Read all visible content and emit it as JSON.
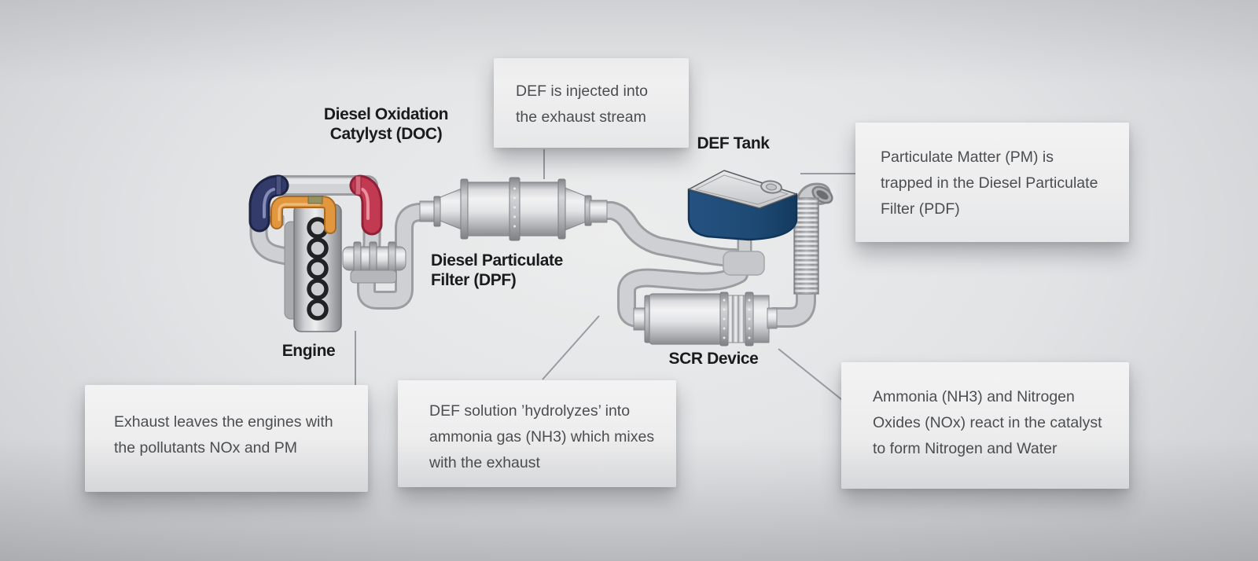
{
  "labels": {
    "doc": {
      "line1": "Diesel Oxidation",
      "line2": "Catylyst (DOC)"
    },
    "dpf": {
      "line1": "Diesel Particulate",
      "line2": "Filter (DPF)"
    },
    "def_tank": {
      "text": "DEF Tank"
    },
    "engine": {
      "text": "Engine"
    },
    "scr": {
      "text": "SCR Device"
    }
  },
  "callouts": {
    "def_injected": {
      "lines": [
        "DEF is injected into",
        "the exhaust stream"
      ]
    },
    "pm_trapped": {
      "lines": [
        "Particulate Matter (PM) is",
        "trapped in the Diesel Particulate",
        "Filter (PDF)"
      ]
    },
    "exhaust_leaves": {
      "lines": [
        "Exhaust leaves the engines with",
        "the pollutants NOx and PM"
      ]
    },
    "def_hydrolyzes": {
      "lines": [
        "DEF solution ’hydrolyzes’ into",
        "ammonia gas (NH3) which mixes",
        "with the exhaust"
      ]
    },
    "ammonia_reacts": {
      "lines": [
        "Ammonia (NH3) and Nitrogen",
        "Oxides (NOx) react in the catalyst",
        "to form Nitrogen and Water"
      ]
    }
  },
  "colors": {
    "def_tank_blue": "#1d4a74",
    "intake_elbow_blue": "#333b6b",
    "exhaust_elbow_red": "#c23a52",
    "engine_elbow_orange": "#e2973f",
    "pipe_gray": "#cfd0d3",
    "callout_background": "#f0f0f1",
    "label_text": "#1a1b1d",
    "callout_text": "#4b4d50"
  }
}
